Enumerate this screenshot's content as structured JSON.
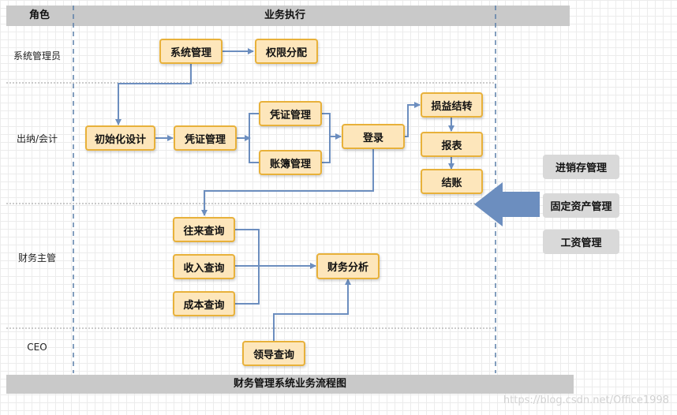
{
  "header": {
    "role_title": "角色",
    "process_title": "业务执行"
  },
  "lanes": [
    {
      "id": "admin",
      "label": "系统管理员"
    },
    {
      "id": "cashier",
      "label": "出纳/会计"
    },
    {
      "id": "supervisor",
      "label": "财务主管"
    },
    {
      "id": "ceo",
      "label": "CEO"
    }
  ],
  "nodes": {
    "system_management": "系统管理",
    "permission_assignment": "权限分配",
    "initialization_design": "初始化设计",
    "voucher_management_main": "凭证管理",
    "voucher_management_branch": "凭证管理",
    "ledger_management": "账簿管理",
    "login": "登录",
    "profit_loss_transfer": "损益结转",
    "reports": "报表",
    "closing": "结账",
    "receivables_query": "往来查询",
    "income_query": "收入查询",
    "cost_query": "成本查询",
    "financial_analysis": "财务分析",
    "leadership_query": "领导查询"
  },
  "external_modules": [
    "进销存管理",
    "固定资产管理",
    "工资管理"
  ],
  "colors": {
    "node_fill": "#fde6bb",
    "node_border": "#e8b13a",
    "connector": "#6c8ebf",
    "big_arrow": "#6c8ebf",
    "header_fill": "#c9c9c9",
    "module_fill": "#d9d9d9"
  },
  "footer": {
    "caption": "财务管理系统业务流程图"
  },
  "watermark": "https://blog.csdn.net/Office1998"
}
